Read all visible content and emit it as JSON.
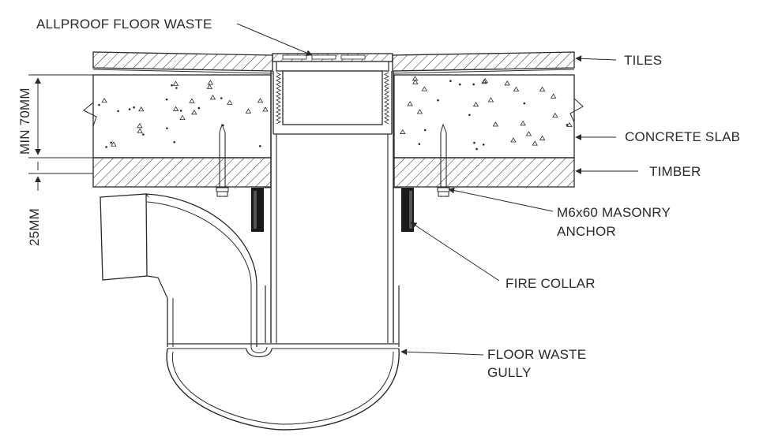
{
  "labels": {
    "allproof_floor_waste": "ALLPROOF FLOOR WASTE",
    "tiles": "TILES",
    "concrete_slab": "CONCRETE SLAB",
    "timber": "TIMBER",
    "masonry_anchor_line1": "M6x60 MASONRY",
    "masonry_anchor_line2": "ANCHOR",
    "fire_collar": "FIRE COLLAR",
    "floor_waste_gully_line1": "FLOOR WASTE",
    "floor_waste_gully_line2": "GULLY"
  },
  "dimensions": {
    "min_slab": "MIN 70MM",
    "timber_thickness": "25MM"
  },
  "colors": {
    "line": "#2a2a2a",
    "fill": "#ffffff",
    "fire_collar": "#1a1a1a"
  }
}
